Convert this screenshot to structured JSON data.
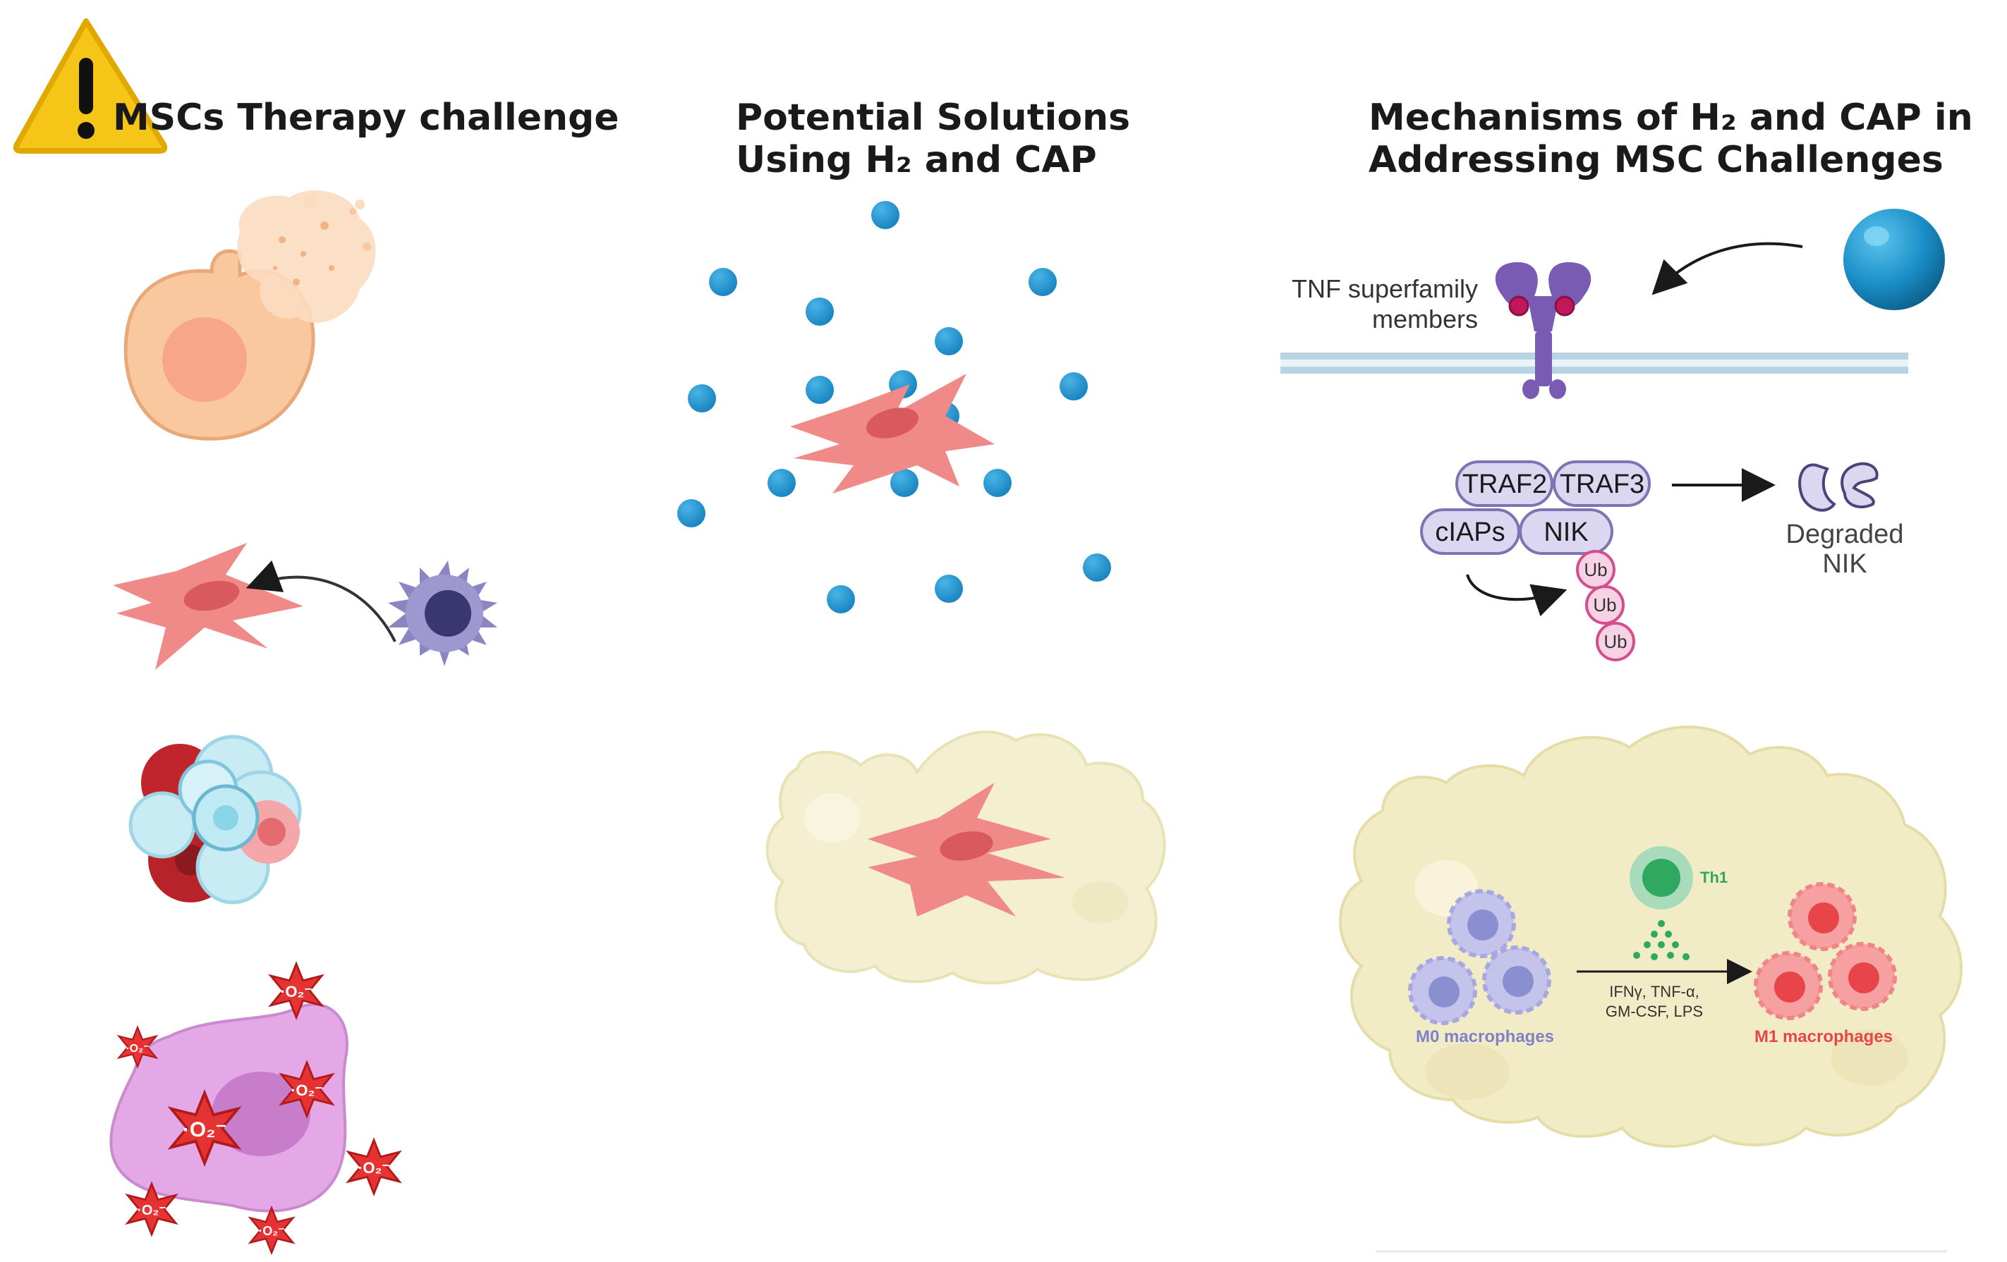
{
  "columns": {
    "challenge": {
      "title": "MSCs Therapy challenge"
    },
    "solutions": {
      "title_line1": "Potential Solutions",
      "title_line2": "Using H₂ and CAP"
    },
    "mechanisms": {
      "title_line1": "Mechanisms of H₂ and CAP in",
      "title_line2": "Addressing MSC Challenges"
    }
  },
  "labels": {
    "tnf_line1": "TNF superfamily",
    "tnf_line2": "members",
    "traf2": "TRAF2",
    "traf3": "TRAF3",
    "ciaps": "cIAPs",
    "nik": "NIK",
    "ub": "Ub",
    "degraded_line1": "Degraded",
    "degraded_line2": "NIK",
    "th1": "Th1",
    "cytokines_line1": "IFNγ, TNF-α,",
    "cytokines_line2": "GM-CSF, LPS",
    "m0": "M0 macrophages",
    "m1": "M1 macrophages",
    "superoxide": "·O₂⁻"
  },
  "colors": {
    "h2_dot": "#1e8fc9",
    "msc_cell": "#f08a88",
    "cap_sphere": "#1b8fc4",
    "warning": "#f5c518",
    "th1_green": "#2fa860",
    "m1_red": "#e8454a",
    "m0_purple": "#8a8fcf"
  },
  "icons": [
    "warning-icon",
    "apoptotic-cell-icon",
    "immune-cell-icon",
    "ros-star-icon",
    "h2-molecule-icon",
    "cap-sphere-icon",
    "receptor-icon",
    "degraded-nik-icon"
  ]
}
